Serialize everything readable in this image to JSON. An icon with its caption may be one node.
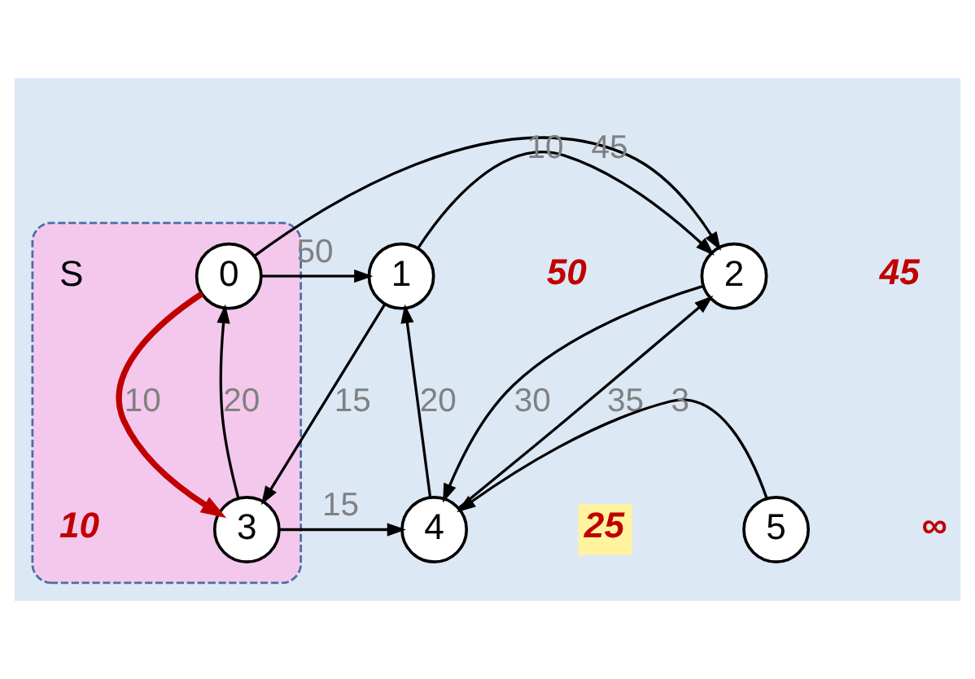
{
  "diagram": {
    "nodes": [
      {
        "text": [],
        "shape": "ellipse"
      },
      {
        "text": [
          "0"
        ],
        "in": 0,
        "beside": [
          "S"
        ]
      },
      {
        "text": [
          "1"
        ],
        "beside": [
          "50"
        ]
      },
      {
        "text": [
          "2"
        ],
        "beside": [
          "45"
        ]
      },
      {
        "text": [
          "3"
        ],
        "in": 0,
        "beside": [
          "10"
        ]
      },
      {
        "text": [
          "4"
        ],
        "beside": [
          "25"
        ]
      },
      {
        "text": [
          "5"
        ],
        "beside": [
          "∞"
        ]
      }
    ],
    "edges": [
      {
        "from": 1,
        "to": 3,
        "arrow": "to",
        "label": "45"
      },
      {
        "from": 1,
        "to": 2,
        "arrow": "to",
        "label": "50"
      },
      {
        "from": 2,
        "to": 3,
        "arrow": "to",
        "label": "10"
      },
      {
        "from": 1,
        "to": 4,
        "arrow": "to",
        "label": "10",
        "style": "thick",
        "color": "#c00000"
      },
      {
        "from": 4,
        "to": 1,
        "arrow": "to",
        "label": "20"
      },
      {
        "from": 2,
        "to": 4,
        "arrow": "to",
        "label": "15"
      },
      {
        "from": 5,
        "to": 2,
        "arrow": "to",
        "label": "20"
      },
      {
        "from": 5,
        "to": 3,
        "arrow": "to",
        "label": "35"
      },
      {
        "from": 3,
        "to": 5,
        "arrow": "to",
        "label": "30"
      },
      {
        "from": 4,
        "to": 5,
        "arrow": "to",
        "label": "15"
      },
      {
        "from": 6,
        "to": 5,
        "arrow": "to",
        "label": "3"
      }
    ]
  }
}
